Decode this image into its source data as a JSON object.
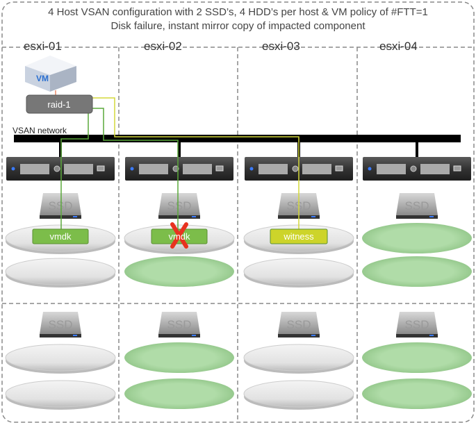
{
  "header": {
    "line1": "4 Host VSAN configuration with 2 SSD’s, 4 HDD’s per host & VM policy of #FTT=1",
    "line2": "Disk failure, instant mirror copy of impacted component"
  },
  "hosts": [
    {
      "name": "esxi-01",
      "disks": [
        "grey",
        "grey",
        "grey",
        "grey"
      ]
    },
    {
      "name": "esxi-02",
      "disks": [
        "grey",
        "green",
        "green",
        "green"
      ]
    },
    {
      "name": "esxi-03",
      "disks": [
        "grey",
        "grey",
        "grey",
        "grey"
      ]
    },
    {
      "name": "esxi-04",
      "disks": [
        "green",
        "green",
        "green",
        "green"
      ]
    }
  ],
  "vm": {
    "label": "VM"
  },
  "raid": {
    "label": "raid-1"
  },
  "network": {
    "label": "VSAN network"
  },
  "ssd_label": "SSD",
  "components": [
    {
      "label": "vmdk",
      "host": 0,
      "color": "#7cbd4a",
      "failed": false
    },
    {
      "label": "vmdk",
      "host": 1,
      "color": "#7cbd4a",
      "failed": true
    },
    {
      "label": "witness",
      "host": 2,
      "color": "#cdd42a",
      "failed": false
    }
  ],
  "colors": {
    "green_line": "#5aa83a",
    "yellow_line": "#d4d83a",
    "failure": "#e8321f",
    "disk_green": "#b0dca8",
    "disk_grey": "#e6e6e6"
  }
}
